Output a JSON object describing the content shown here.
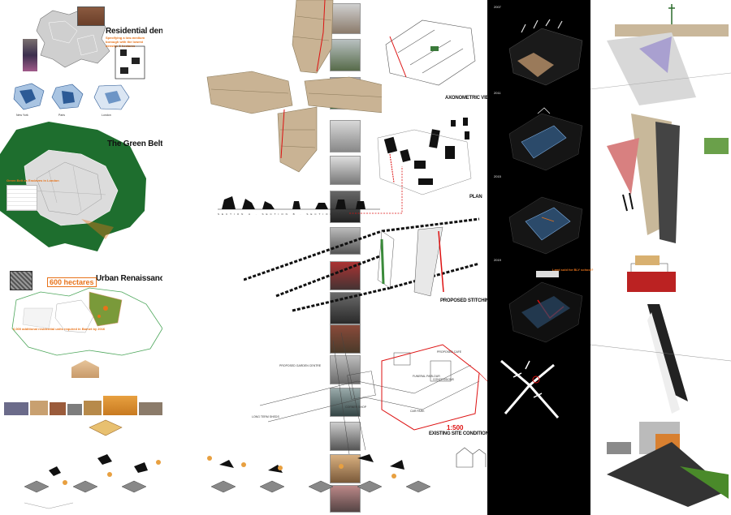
{
  "left_panel": {
    "residential_density": {
      "title": "Residential density",
      "callout": "Specifying a low-medium borough with the lowest density: 5 hectares",
      "map_labels": [
        "New York",
        "Paris",
        "London"
      ]
    },
    "green_belt": {
      "title": "The Green Belt",
      "callout": "Green Belt as Enclaves in London"
    },
    "urban_renaissance": {
      "title": "Urban Renaissance",
      "hectares": "600 hectares",
      "stat": "6,000 additional residential units required in Barnet by 2016"
    }
  },
  "center_panel": {
    "section_labels": [
      "AXONOMETRIC VIEW",
      "PLAN",
      "PROPOSED STITCHING",
      "EXISTING SITE CONDITIONS"
    ],
    "scale": "1:500",
    "map_annotations": [
      "PROPOSED GARDEN CENTRE",
      "PROPOSED CAFE",
      "FUNERAL PARLOUR",
      "CONCESSIONS",
      "CORNER SHOP",
      "CAR PARK",
      "LONG TERM SHEDS"
    ]
  },
  "timeline": {
    "years": [
      "2007",
      "2011",
      "2015",
      "2019"
    ],
    "highlight": "Land sold for BLY school?"
  },
  "colors": {
    "green_belt": "#1e6e2e",
    "accent_orange": "#e8731a",
    "accent_red": "#d11",
    "dark_panel": "#000"
  }
}
